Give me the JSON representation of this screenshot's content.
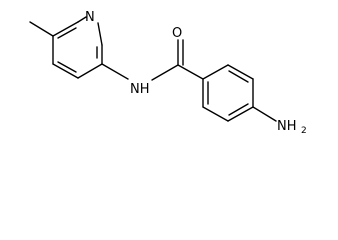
{
  "molecule": {
    "atoms": {
      "pyridine_n": "N",
      "amide_o": "O",
      "amide_nh": "NH",
      "amine": "NH",
      "amine_sub": "2"
    },
    "colors": {
      "bond": "#000000",
      "label": "#000000",
      "background": "#ffffff"
    }
  }
}
